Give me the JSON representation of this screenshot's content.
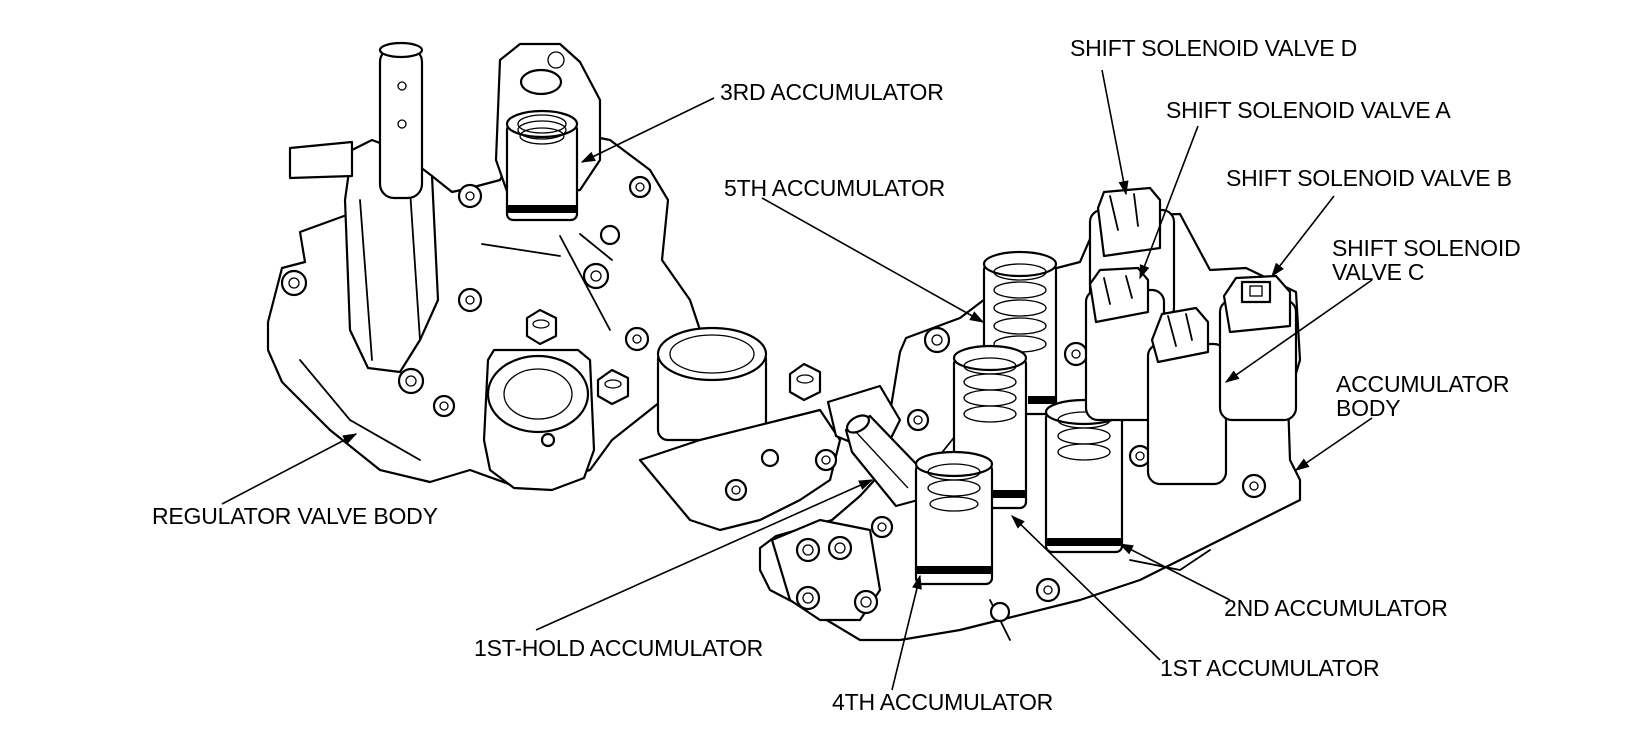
{
  "diagram": {
    "labels": {
      "shift_solenoid_d": "SHIFT SOLENOID VALVE D",
      "shift_solenoid_a": "SHIFT SOLENOID VALVE A",
      "shift_solenoid_b": "SHIFT SOLENOID VALVE B",
      "shift_solenoid_c_line1": "SHIFT SOLENOID",
      "shift_solenoid_c_line2": "VALVE C",
      "accumulator_3rd": "3RD ACCUMULATOR",
      "accumulator_5th": "5TH ACCUMULATOR",
      "accumulator_body_line1": "ACCUMULATOR",
      "accumulator_body_line2": "BODY",
      "regulator_valve_body": "REGULATOR VALVE BODY",
      "accumulator_1st_hold": "1ST-HOLD ACCUMULATOR",
      "accumulator_2nd": "2ND ACCUMULATOR",
      "accumulator_1st": "1ST ACCUMULATOR",
      "accumulator_4th": "4TH ACCUMULATOR"
    },
    "colors": {
      "line": "#000000",
      "background": "#ffffff"
    }
  }
}
